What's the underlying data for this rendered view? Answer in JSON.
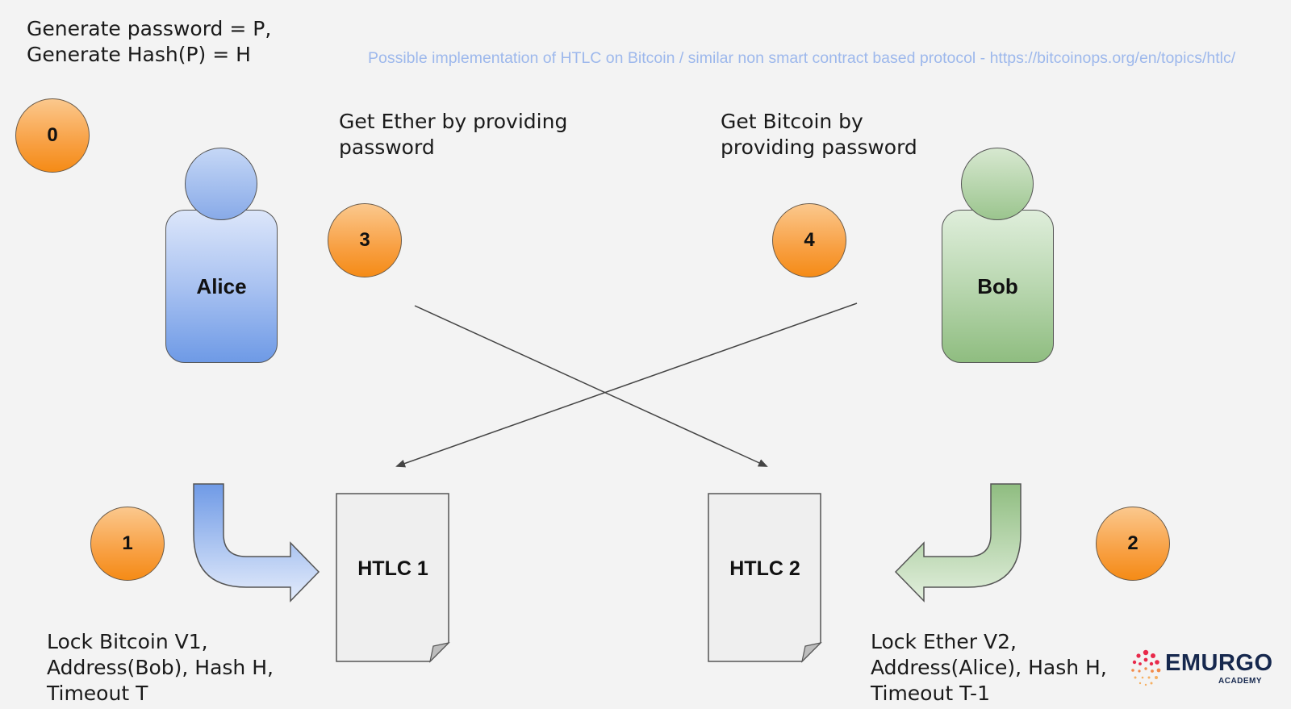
{
  "caption": "Possible implementation of HTLC on Bitcoin / similar non smart contract based protocol - https://bitcoinops.org/en/topics/htlc/",
  "steps": {
    "step0": {
      "badge": "0",
      "lines": [
        "Generate password = P,",
        "Generate Hash(P) = H"
      ]
    },
    "step1": {
      "badge": "1",
      "lines": [
        "Lock Bitcoin V1,",
        "Address(Bob), Hash H,",
        "Timeout T"
      ]
    },
    "step2": {
      "badge": "2",
      "lines": [
        "Lock Ether V2,",
        "Address(Alice), Hash H,",
        "Timeout T-1"
      ]
    },
    "step3": {
      "badge": "3",
      "lines": [
        "Get Ether by providing",
        "password"
      ]
    },
    "step4": {
      "badge": "4",
      "lines": [
        "Get Bitcoin by",
        "providing password"
      ]
    }
  },
  "actors": {
    "alice": "Alice",
    "bob": "Bob"
  },
  "contracts": {
    "htlc1": "HTLC 1",
    "htlc2": "HTLC 2"
  },
  "logo": {
    "word": "EMURGO",
    "sub": "ACADEMY"
  },
  "colors": {
    "badge_orange": "#f8a043",
    "alice_blue": "#6e9ae6",
    "bob_green": "#8fbd80",
    "caption_blue": "#9db8ec",
    "logo_red": "#e8294a",
    "logo_navy": "#16284e"
  }
}
